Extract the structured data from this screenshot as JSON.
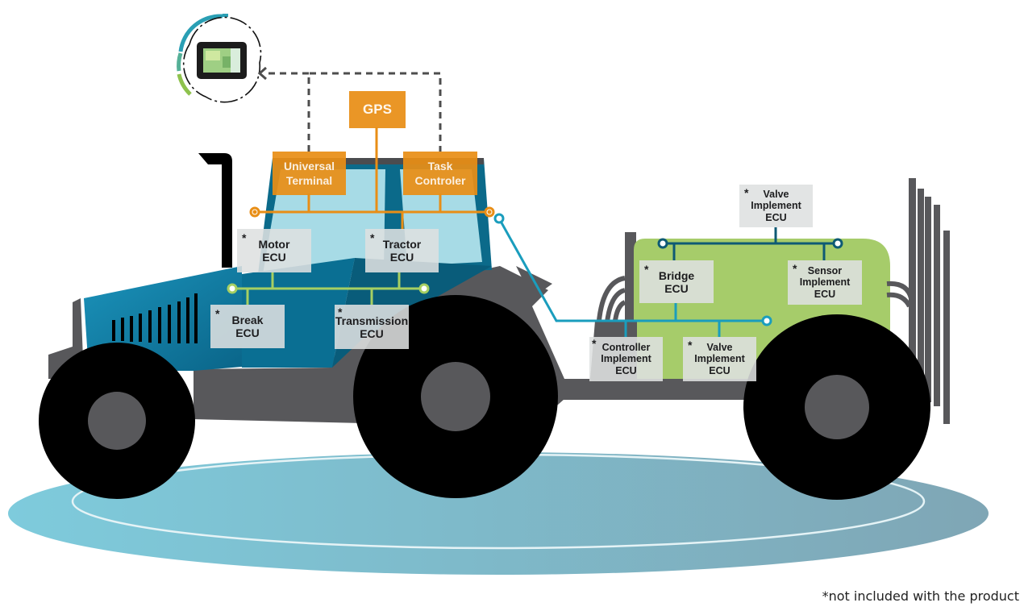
{
  "colors": {
    "orange_bus": "#e88e16",
    "green_bus": "#a6cf62",
    "dark_teal_bus": "#0e5a74",
    "cyan_bus": "#1a9dbd",
    "tractor_body": "#0b7aa0",
    "implement_body": "#a6cc6a",
    "chassis_gray": "#57585b",
    "tire": "#000000",
    "ground": "#7cc5d8"
  },
  "terminal_icon": {
    "name": "universal-terminal-display"
  },
  "orange_nodes": {
    "gps": "GPS",
    "universal_terminal": [
      "Universal",
      "Terminal"
    ],
    "task_controller": [
      "Task",
      "Controler"
    ]
  },
  "tractor_ecus": {
    "motor": {
      "asterisk": "*",
      "lines": [
        "Motor",
        "ECU"
      ]
    },
    "tractor": {
      "asterisk": "*",
      "lines": [
        "Tractor",
        "ECU"
      ]
    },
    "break": {
      "asterisk": "*",
      "lines": [
        "Break",
        "ECU"
      ]
    },
    "transmission": {
      "asterisk": "*",
      "lines": [
        "Transmission",
        "ECU"
      ]
    }
  },
  "implement_ecus": {
    "valve_top": {
      "asterisk": "*",
      "lines": [
        "Valve",
        "Implement",
        "ECU"
      ]
    },
    "bridge": {
      "asterisk": "*",
      "lines": [
        "Bridge",
        "ECU"
      ]
    },
    "sensor": {
      "asterisk": "*",
      "lines": [
        "Sensor",
        "Implement",
        "ECU"
      ]
    },
    "controller": {
      "asterisk": "*",
      "lines": [
        "Controller",
        "Implement",
        "ECU"
      ]
    },
    "valve_bottom": {
      "asterisk": "*",
      "lines": [
        "Valve",
        "Implement",
        "ECU"
      ]
    }
  },
  "footnote": "*not included with the product"
}
